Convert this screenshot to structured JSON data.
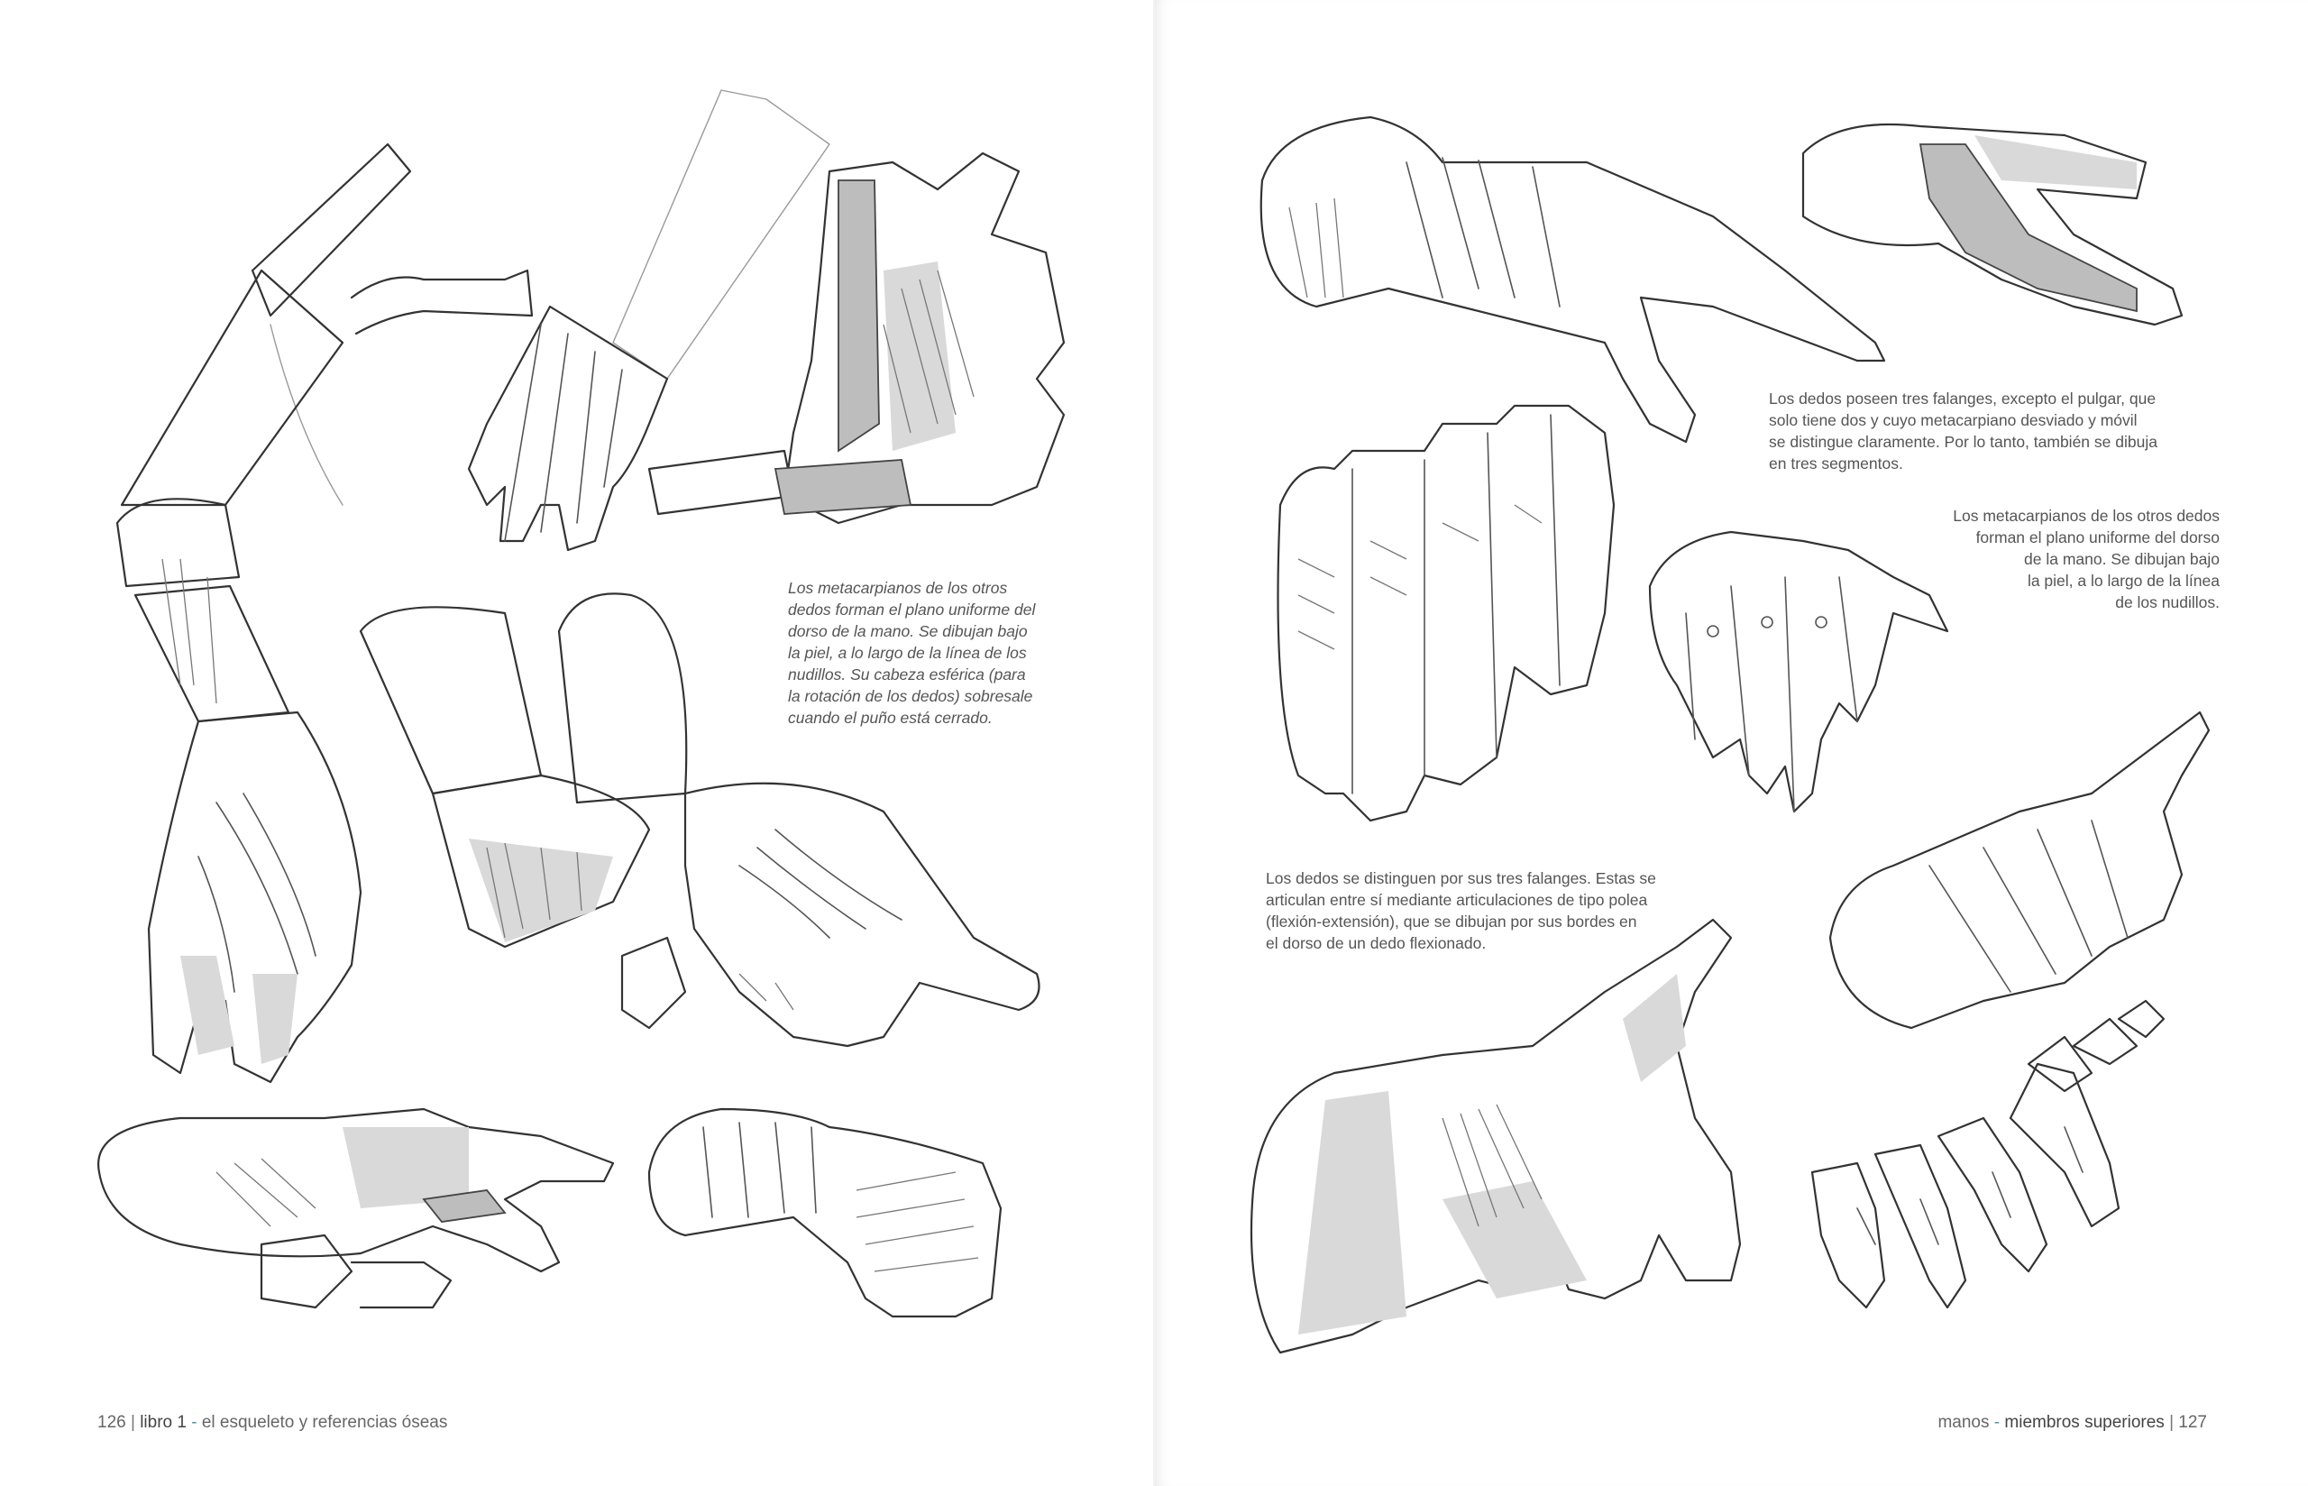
{
  "spread": {
    "left_page": {
      "caption": "Los metacarpianos de los otros dedos forman el plano uniforme del dorso de la mano. Se dibujan bajo la piel, a lo largo de la línea de los nudillos. Su cabeza esférica (para la rotación de los dedos) sobresale cuando el puño está cerrado.",
      "caption_lines": [
        "Los metacarpianos de los otros",
        "dedos forman el plano uniforme del",
        "dorso de la mano. Se dibujan bajo",
        "la piel, a lo largo de la línea de los",
        "nudillos. Su cabeza esférica (para",
        "la rotación de los dedos) sobresale",
        "cuando el puño está cerrado."
      ],
      "footer": {
        "page_number": "126",
        "separator": "|",
        "book": "libro 1",
        "dash": " - ",
        "section": "el esqueleto y referencias óseas"
      }
    },
    "right_page": {
      "caption_top_lines": [
        "Los dedos poseen tres falanges, excepto el pulgar, que",
        "solo tiene dos y cuyo metacarpiano desviado y móvil",
        "se distingue claramente. Por lo tanto, también se dibuja",
        "en tres segmentos."
      ],
      "caption_middle_lines": [
        "Los metacarpianos de los otros dedos",
        "forman el plano uniforme del dorso",
        "de la mano. Se dibujan bajo",
        "la piel, a lo largo de la línea",
        "de los nudillos."
      ],
      "caption_bottom_lines": [
        "Los dedos se distinguen por sus tres falanges. Estas se",
        "articulan entre sí mediante articulaciones de tipo polea",
        "(flexión-extensión), que se dibujan por sus bordes en",
        "el dorso de un dedo flexionado."
      ],
      "footer": {
        "chapter": "manos",
        "dash": " - ",
        "section": "miembros superiores",
        "separator": "|",
        "page_number": "127"
      }
    }
  },
  "illustrations": [
    "arm-skeleton-sketch",
    "hand-bones-sketch",
    "shaded-bone-hand-sketch",
    "box-hand-sketch",
    "pointing-hand-sketch",
    "side-hand-sketch",
    "fist-sketch",
    "raised-hand-sketch",
    "thumb-sketch",
    "fingers-block-sketch",
    "finger-bones-sketch",
    "open-hand-sketch",
    "reaching-hand-sketch",
    "finger-skeleton-sketch"
  ]
}
